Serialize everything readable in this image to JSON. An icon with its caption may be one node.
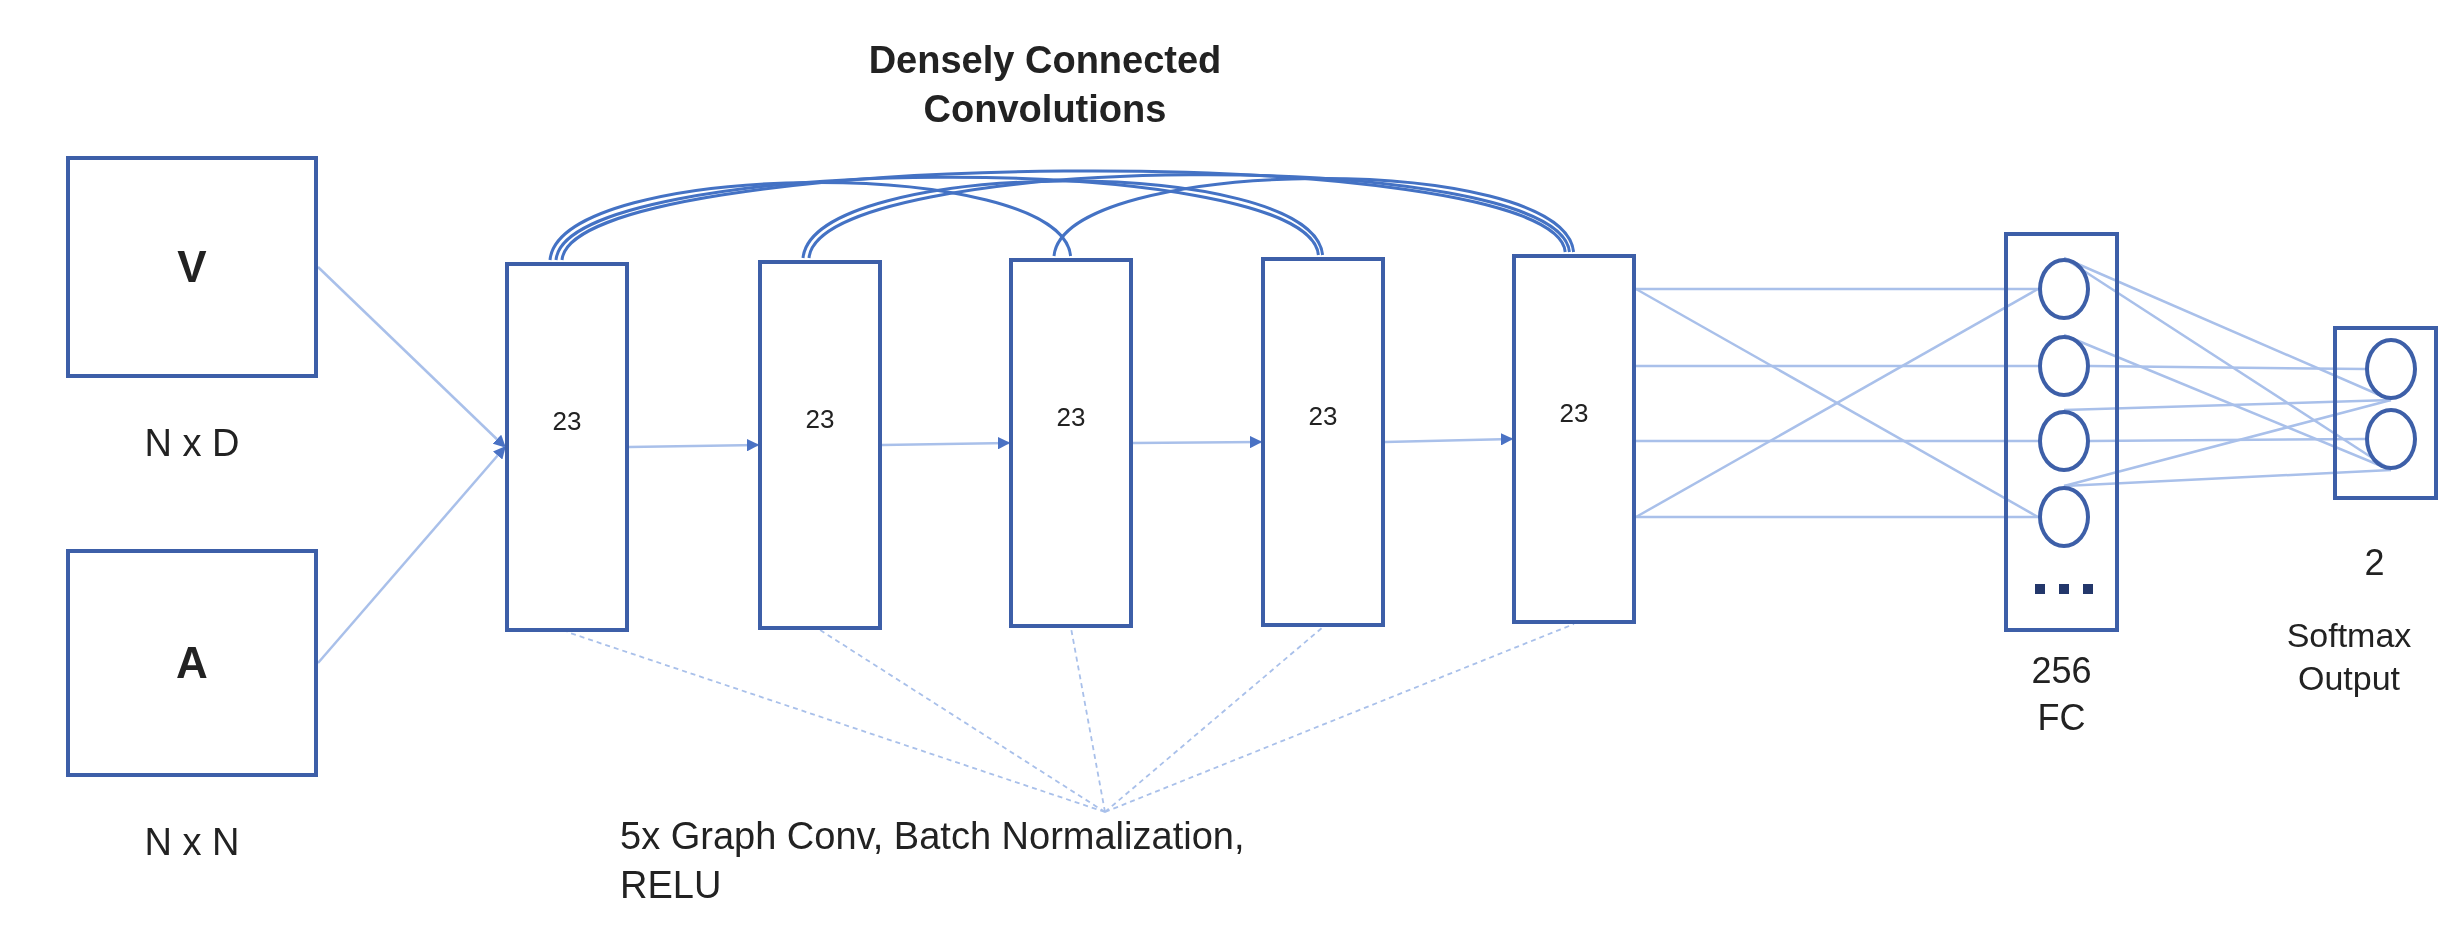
{
  "diagram": {
    "title": "Densely Connected Convolutions",
    "nodes": [
      {
        "text": [
          "V"
        ],
        "beside": [
          "N x D"
        ]
      },
      {
        "text": [
          "A"
        ],
        "beside": [
          "N x N"
        ]
      },
      {
        "text": [
          "23"
        ]
      },
      {
        "text": [
          "23"
        ]
      },
      {
        "text": [
          "23"
        ]
      },
      {
        "text": [
          "23"
        ]
      },
      {
        "text": [
          "23"
        ]
      },
      {
        "text": [
          "256 FC"
        ]
      },
      {
        "text": [],
        "shape": "circle",
        "in": 7
      },
      {
        "text": [],
        "shape": "circle",
        "in": 7
      },
      {
        "text": [],
        "shape": "circle",
        "in": 7
      },
      {
        "text": [],
        "shape": "circle",
        "in": 7
      },
      {
        "text": [
          "2",
          "Softmax Output"
        ]
      },
      {
        "text": [],
        "shape": "circle",
        "in": 12
      },
      {
        "text": [],
        "shape": "circle",
        "in": 12
      },
      {
        "text": [
          "5x Graph Conv, Batch Normalization, RELU"
        ]
      }
    ],
    "edges": [
      {
        "from": 0,
        "to": 2,
        "arrow": "to"
      },
      {
        "from": 1,
        "to": 2,
        "arrow": "to"
      },
      {
        "from": 2,
        "to": 3,
        "arrow": "to"
      },
      {
        "from": 3,
        "to": 4,
        "arrow": "to"
      },
      {
        "from": 4,
        "to": 5,
        "arrow": "to"
      },
      {
        "from": 5,
        "to": 6,
        "arrow": "to"
      },
      {
        "from": 2,
        "to": 4,
        "arrow": "none",
        "color": "#4472c4"
      },
      {
        "from": 2,
        "to": 5,
        "arrow": "none",
        "color": "#4472c4"
      },
      {
        "from": 2,
        "to": 6,
        "arrow": "none",
        "color": "#4472c4"
      },
      {
        "from": 3,
        "to": 5,
        "arrow": "none",
        "color": "#4472c4"
      },
      {
        "from": 3,
        "to": 6,
        "arrow": "none",
        "color": "#4472c4"
      },
      {
        "from": 4,
        "to": 6,
        "arrow": "none",
        "color": "#4472c4"
      },
      {
        "from": 6,
        "to": 8,
        "arrow": "none"
      },
      {
        "from": 6,
        "to": 9,
        "arrow": "none"
      },
      {
        "from": 6,
        "to": 10,
        "arrow": "none"
      },
      {
        "from": 6,
        "to": 11,
        "arrow": "none"
      },
      {
        "from": 6,
        "to": 11,
        "arrow": "none"
      },
      {
        "from": 6,
        "to": 8,
        "arrow": "none"
      },
      {
        "from": 8,
        "to": 13,
        "arrow": "none"
      },
      {
        "from": 8,
        "to": 14,
        "arrow": "none"
      },
      {
        "from": 9,
        "to": 13,
        "arrow": "none"
      },
      {
        "from": 9,
        "to": 14,
        "arrow": "none"
      },
      {
        "from": 10,
        "to": 13,
        "arrow": "none"
      },
      {
        "from": 10,
        "to": 14,
        "arrow": "none"
      },
      {
        "from": 11,
        "to": 13,
        "arrow": "none"
      },
      {
        "from": 11,
        "to": 14,
        "arrow": "none"
      },
      {
        "from": 15,
        "to": 2,
        "arrow": "none",
        "style": "dashed"
      },
      {
        "from": 15,
        "to": 3,
        "arrow": "none",
        "style": "dashed"
      },
      {
        "from": 15,
        "to": 4,
        "arrow": "none",
        "style": "dashed"
      },
      {
        "from": 15,
        "to": 5,
        "arrow": "none",
        "style": "dashed"
      },
      {
        "from": 15,
        "to": 6,
        "arrow": "none",
        "style": "dashed"
      }
    ]
  }
}
